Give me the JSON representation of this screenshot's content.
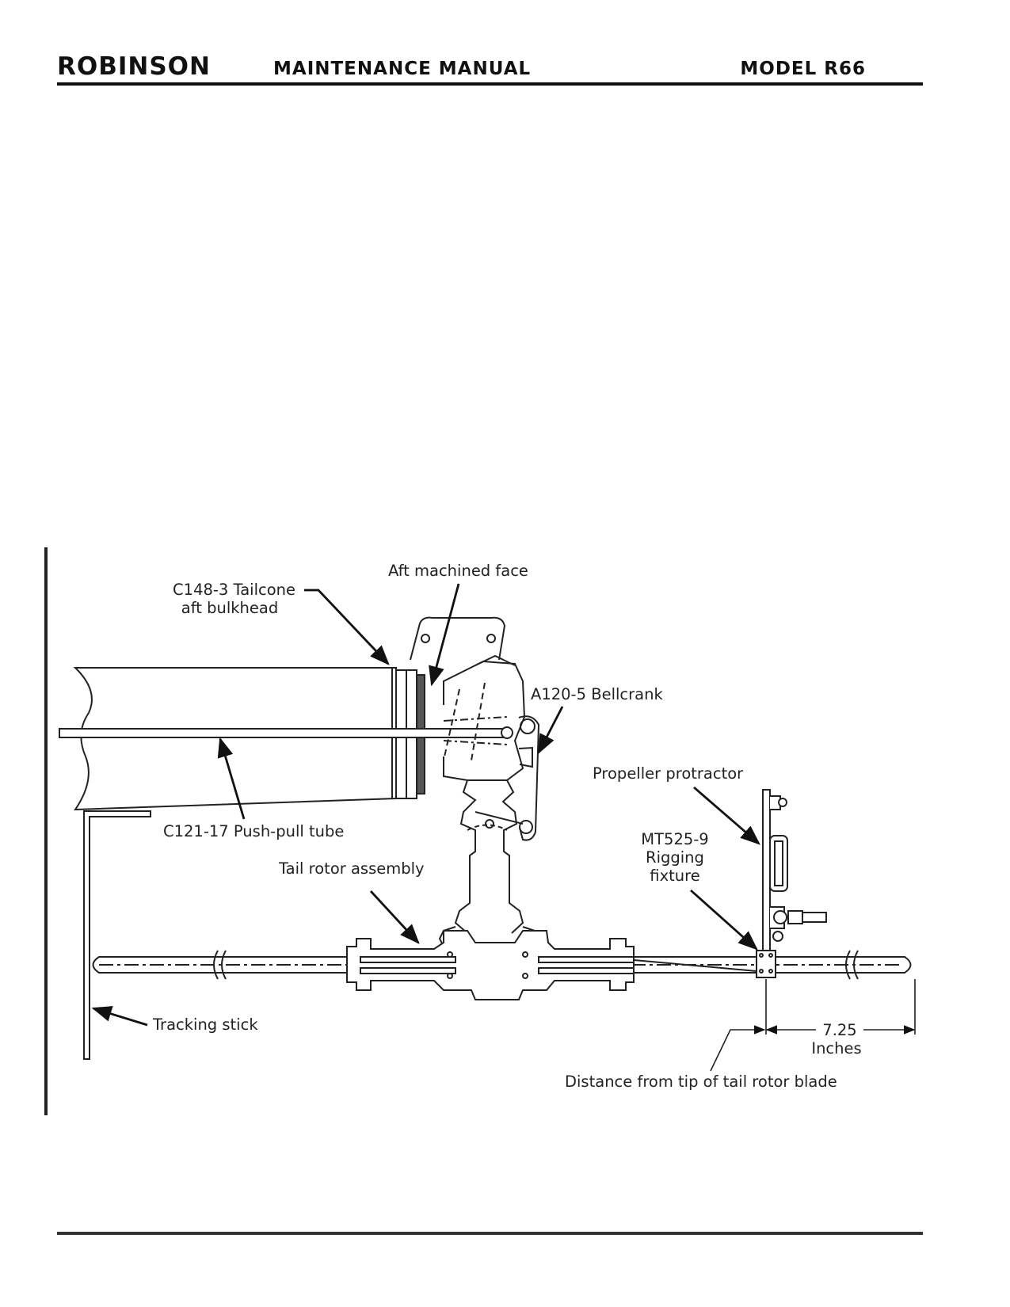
{
  "header": {
    "brand": "ROBINSON",
    "title": "MAINTENANCE MANUAL",
    "model": "MODEL R66"
  },
  "figure": {
    "labels": {
      "aft_machined_face": "Aft machined face",
      "tailcone_line1": "C148-3 Tailcone",
      "tailcone_line2": "aft bulkhead",
      "bellcrank": "A120-5 Bellcrank",
      "propeller_protractor": "Propeller protractor",
      "push_pull_tube": "C121-17 Push-pull tube",
      "rigging_line1": "MT525-9",
      "rigging_line2": "Rigging",
      "rigging_line3": "fixture",
      "tail_rotor_assembly": "Tail rotor assembly",
      "tracking_stick": "Tracking stick",
      "dimension_value": "7.25",
      "dimension_unit": "Inches",
      "distance_note": "Distance from tip of tail rotor blade"
    }
  }
}
